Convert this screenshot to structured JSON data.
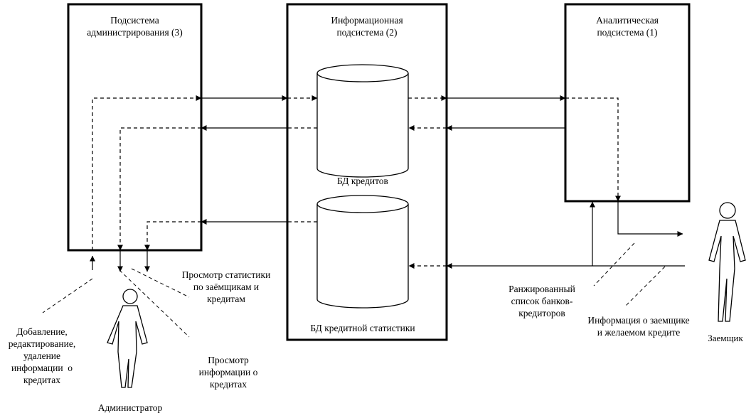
{
  "subsystems": {
    "admin": "Подсистема\nадминистрирования (3)",
    "info": "Информационная\nподсистема (2)",
    "analytic": "Аналитическая\nподсистема (1)"
  },
  "databases": {
    "credits": "БД кредитов",
    "credit_stats": "БД кредитной статистики"
  },
  "actors": {
    "admin": "Администратор",
    "borrower": "Заемщик"
  },
  "annotations": {
    "add_edit_delete": "Добавление,\nредактирование,\nудаление\nинформации  о\nкредитах",
    "view_stats": "Просмотр статистики\nпо заёмщикам и\nкредитам",
    "view_credit_info": "Просмотр\nинформации о\nкредитах",
    "ranked_list": "Ранжированный\nсписок банков-\nкредиторов",
    "borrower_info": "Информация о заемщике\nи желаемом кредите"
  }
}
